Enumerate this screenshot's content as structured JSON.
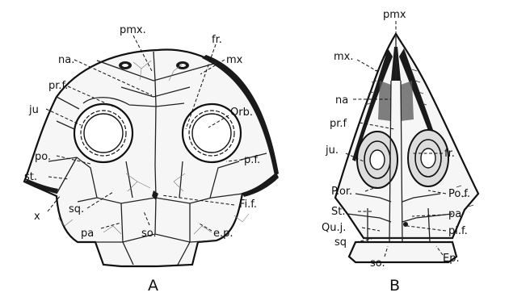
{
  "figure_a": {
    "caption": "A",
    "labels": {
      "pmx": "pmx.",
      "na": "na.",
      "fr": "fr.",
      "mx": "mx",
      "prf": "pr.f.",
      "orb": "Orb.",
      "ju": "ju",
      "po": "po.",
      "pf": "p.f.",
      "st": "st.",
      "x": "x",
      "fif": "Fi.f.",
      "sq": "sq.",
      "pa": "pa",
      "so": "so.",
      "ep": "e.p."
    }
  },
  "figure_b": {
    "caption": "B",
    "labels": {
      "pmx": "pmx",
      "mx": "mx.",
      "na": "na",
      "prf": "pr.f",
      "ju": "ju.",
      "fr": "fr.",
      "por": "P.or.",
      "pof": "Po.f.",
      "st": "St.",
      "pa": "pa",
      "quj": "Qu.j.",
      "sq": "sq",
      "pif": "pi.f.",
      "so": "so.",
      "ep": "Ep."
    }
  }
}
